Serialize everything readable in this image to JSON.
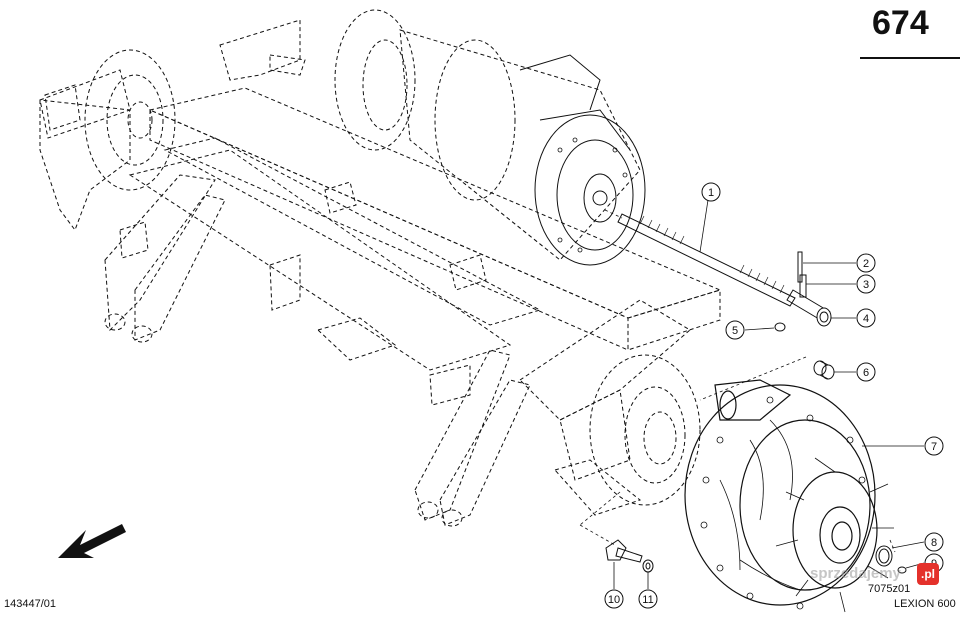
{
  "sheet": {
    "page_number": "674",
    "drawing_id": "143447/01",
    "ref_code": "7075z01",
    "model": "LEXION 600"
  },
  "watermark": {
    "text": "sprzedajemy",
    "badge": ".pl"
  },
  "callouts": [
    "1",
    "2",
    "3",
    "4",
    "5",
    "6",
    "7",
    "8",
    "9",
    "10",
    "11"
  ],
  "colors": {
    "line": "#111111",
    "badge": "#e4312b"
  },
  "icons": {
    "direction": "arrow-icon"
  }
}
